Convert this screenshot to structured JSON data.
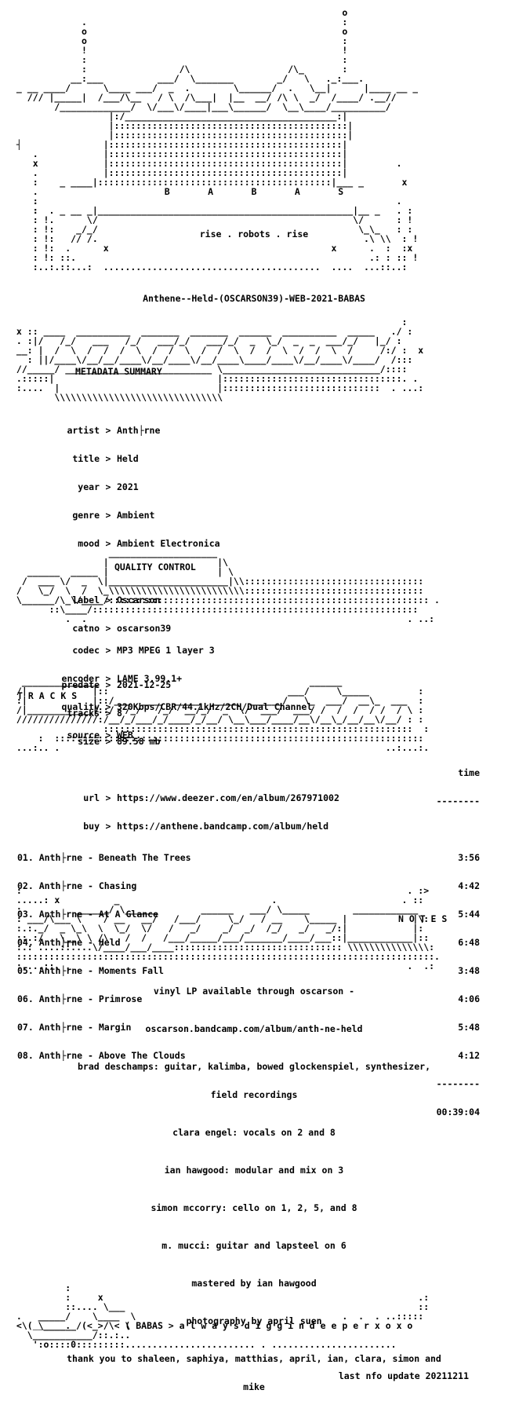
{
  "banner": {
    "letters": "B       A       B       A       S",
    "tagline": "rise . robots . rise"
  },
  "release_name": "Anthene--Held-(OSCARSON39)-WEB-2021-BABAS",
  "metadata": {
    "heading": "METADATA SUMMARY",
    "fields": [
      {
        "key": "artist",
        "value": "Anth├rne"
      },
      {
        "key": "title",
        "value": "Held"
      },
      {
        "key": "year",
        "value": "2021"
      },
      {
        "key": "genre",
        "value": "Ambient"
      },
      {
        "key": "mood",
        "value": "Ambient Electronica"
      },
      {
        "key": "label",
        "value": "Oscarson"
      },
      {
        "key": "catno",
        "value": "oscarson39"
      },
      {
        "key": "predate",
        "value": "2021-12-25"
      },
      {
        "key": "tracks",
        "value": "8"
      },
      {
        "key": "size",
        "value": "89.58 mb"
      },
      {
        "key": "url",
        "value": "https://www.deezer.com/en/album/267971002"
      },
      {
        "key": "buy",
        "value": "https://anthene.bandcamp.com/album/held"
      }
    ],
    "separator": ">"
  },
  "quality": {
    "heading": "QUALITY CONTROL",
    "fields": [
      {
        "key": "codec",
        "value": "MP3 MPEG 1 layer 3"
      },
      {
        "key": "encoder",
        "value": "LAME 3.99.1+"
      },
      {
        "key": "quality",
        "value": "320Kbps/CBR/44.1kHz/2CH/Dual Channel"
      },
      {
        "key": "source",
        "value": "WEB"
      }
    ]
  },
  "tracks": {
    "heading": "T R A C K S",
    "time_header": "time",
    "rule": "--------",
    "list": [
      {
        "n": "01. Anth├rne - Beneath The Trees",
        "t": "3:56"
      },
      {
        "n": "02. Anth├rne - Chasing",
        "t": "4:42"
      },
      {
        "n": "03. Anth├rne - At A Glance",
        "t": "5:44"
      },
      {
        "n": "04. Anth├rne - Held",
        "t": "6:48"
      },
      {
        "n": "05. Anth├rne - Moments Fall",
        "t": "3:48"
      },
      {
        "n": "06. Anth├rne - Primrose",
        "t": "4:06"
      },
      {
        "n": "07. Anth├rne - Margin",
        "t": "5:48"
      },
      {
        "n": "08. Anth├rne - Above The Clouds",
        "t": "4:12"
      }
    ],
    "total": "00:39:04"
  },
  "notes": {
    "heading": "N O T E S",
    "lines": [
      "vinyl LP available through oscarson -",
      "oscarson.bandcamp.com/album/anth-ne-held",
      "brad deschamps: guitar, kalimba, bowed glockenspiel, synthesizer,",
      "field recordings",
      "clara engel: vocals on 2 and 8",
      "ian hawgood: modular and mix on 3",
      "simon mccorry: cello on 1, 2, 5, and 8",
      "m. mucci: guitar and lapsteel on 6",
      "mastered by ian hawgood",
      "photography by april suen",
      "thank you to shaleen, saphiya, matthias, april, ian, clara, simon and",
      "mike"
    ]
  },
  "footer": {
    "tagline": "< ( BABAS > a l w a y s d i g g i n d e e p e r x o x o",
    "last_update": "last nfo update 20211211"
  }
}
